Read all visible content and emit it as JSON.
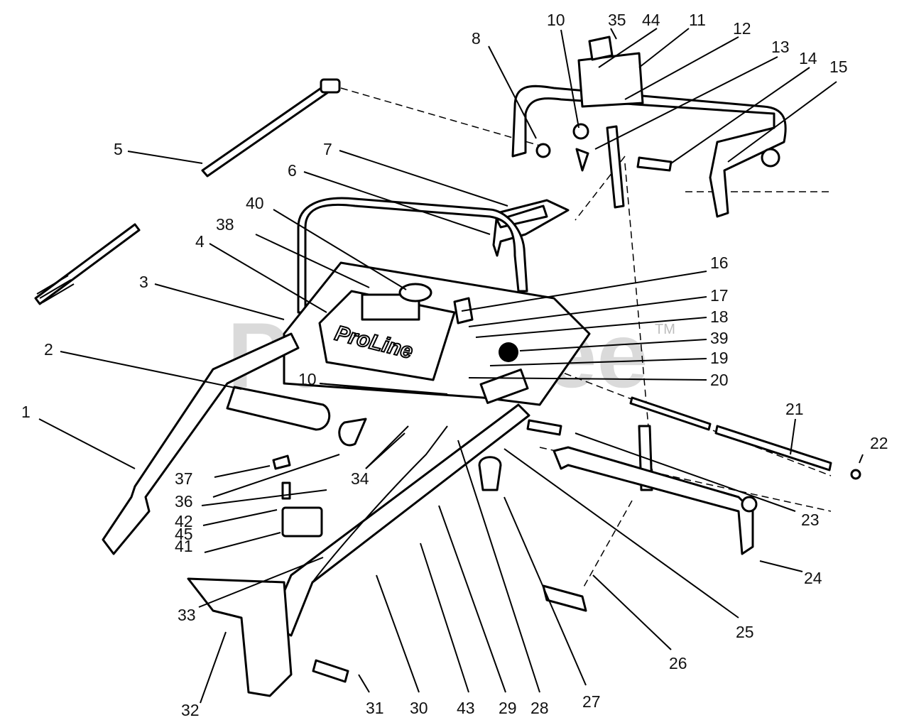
{
  "watermark": {
    "text": "PartsTree",
    "trademark": "TM"
  },
  "logo": {
    "text": "ProLine"
  },
  "callouts": [
    "1",
    "2",
    "3",
    "4",
    "5",
    "6",
    "7",
    "8",
    "10",
    "10",
    "11",
    "12",
    "13",
    "14",
    "15",
    "16",
    "17",
    "18",
    "19",
    "20",
    "21",
    "22",
    "23",
    "24",
    "25",
    "26",
    "27",
    "28",
    "29",
    "30",
    "31",
    "32",
    "33",
    "34",
    "35",
    "36",
    "37",
    "38",
    "39",
    "40",
    "41",
    "42",
    "43",
    "44",
    "45"
  ],
  "colors": {
    "ink": "#000000",
    "paper": "#ffffff",
    "watermark": "#bdbdbd"
  }
}
